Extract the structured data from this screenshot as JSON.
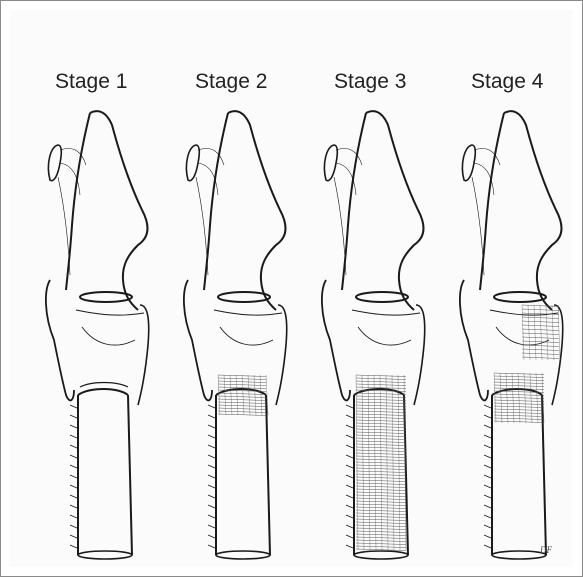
{
  "stages": [
    {
      "label": "Stage 1",
      "stenosis": "subglottic"
    },
    {
      "label": "Stage 2",
      "stenosis": "subglottic-extended"
    },
    {
      "label": "Stage 3",
      "stenosis": "tracheal"
    },
    {
      "label": "Stage 4",
      "stenosis": "glottic-and-subglottic"
    }
  ],
  "signature": "DF",
  "colors": {
    "ink": "#1a1a1a",
    "hatch": "#555555",
    "background": "#fbfbfb",
    "border": "#8a8a8a"
  }
}
